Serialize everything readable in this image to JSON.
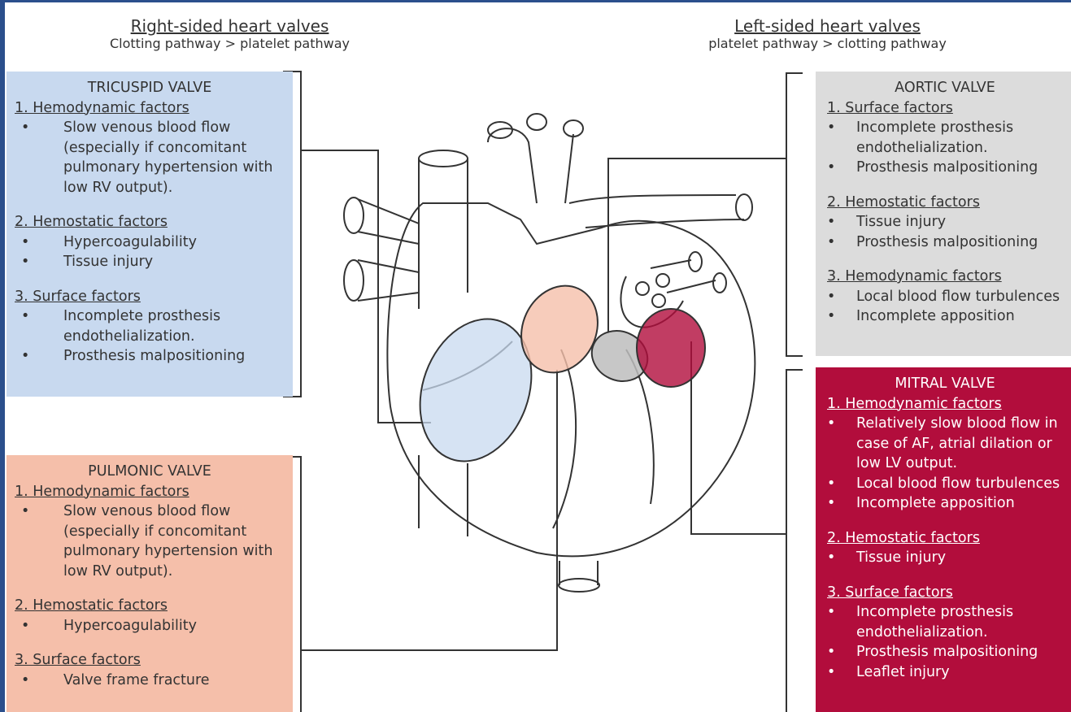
{
  "right_heading": {
    "title": "Right-sided heart valves",
    "subtitle": "Clotting pathway > platelet pathway"
  },
  "left_heading": {
    "title": "Left-sided heart valves",
    "subtitle": "platelet pathway > clotting pathway"
  },
  "tricuspid": {
    "title": "TRICUSPID VALVE",
    "sections": [
      {
        "title": "1. Hemodynamic factors",
        "items": [
          "Slow venous blood flow (especially if concomitant pulmonary hypertension with low RV output)."
        ]
      },
      {
        "title": "2. Hemostatic factors",
        "items": [
          "Hypercoagulability",
          "Tissue injury"
        ]
      },
      {
        "title": "3. Surface factors",
        "items": [
          "Incomplete prosthesis endothelialization.",
          "Prosthesis malpositioning"
        ]
      }
    ]
  },
  "pulmonic": {
    "title": "PULMONIC VALVE",
    "sections": [
      {
        "title": "1. Hemodynamic factors",
        "items": [
          "Slow venous blood flow (especially if concomitant pulmonary hypertension with low RV output)."
        ]
      },
      {
        "title": "2. Hemostatic factors",
        "items": [
          "Hypercoagulability"
        ]
      },
      {
        "title": "3. Surface factors",
        "items": [
          "Valve frame fracture"
        ]
      }
    ]
  },
  "aortic": {
    "title": "AORTIC VALVE",
    "sections": [
      {
        "title": "1. Surface factors",
        "items": [
          "Incomplete prosthesis endothelialization.",
          "Prosthesis malpositioning"
        ]
      },
      {
        "title": "2. Hemostatic factors",
        "items": [
          "Tissue injury",
          "Prosthesis malpositioning"
        ]
      },
      {
        "title": "3. Hemodynamic factors",
        "items": [
          "Local blood flow turbulences",
          "Incomplete apposition"
        ]
      }
    ]
  },
  "mitral": {
    "title": "MITRAL VALVE",
    "sections": [
      {
        "title": "1. Hemodynamic factors",
        "items": [
          "Relatively slow blood flow in case of AF, atrial dilation or low LV output.",
          "Local blood flow turbulences",
          "Incomplete apposition"
        ]
      },
      {
        "title": "2. Hemostatic factors",
        "items": [
          "Tissue injury"
        ]
      },
      {
        "title": "3. Surface factors",
        "items": [
          "Incomplete prosthesis endothelialization.",
          "Prosthesis malpositioning",
          "Leaflet injury"
        ]
      }
    ]
  },
  "colors": {
    "tricuspid": "#c8d9ef",
    "pulmonic": "#f5bfaa",
    "aortic": "#dcdcdc",
    "mitral": "#b20d3c",
    "frame": "#2b4f8c"
  }
}
